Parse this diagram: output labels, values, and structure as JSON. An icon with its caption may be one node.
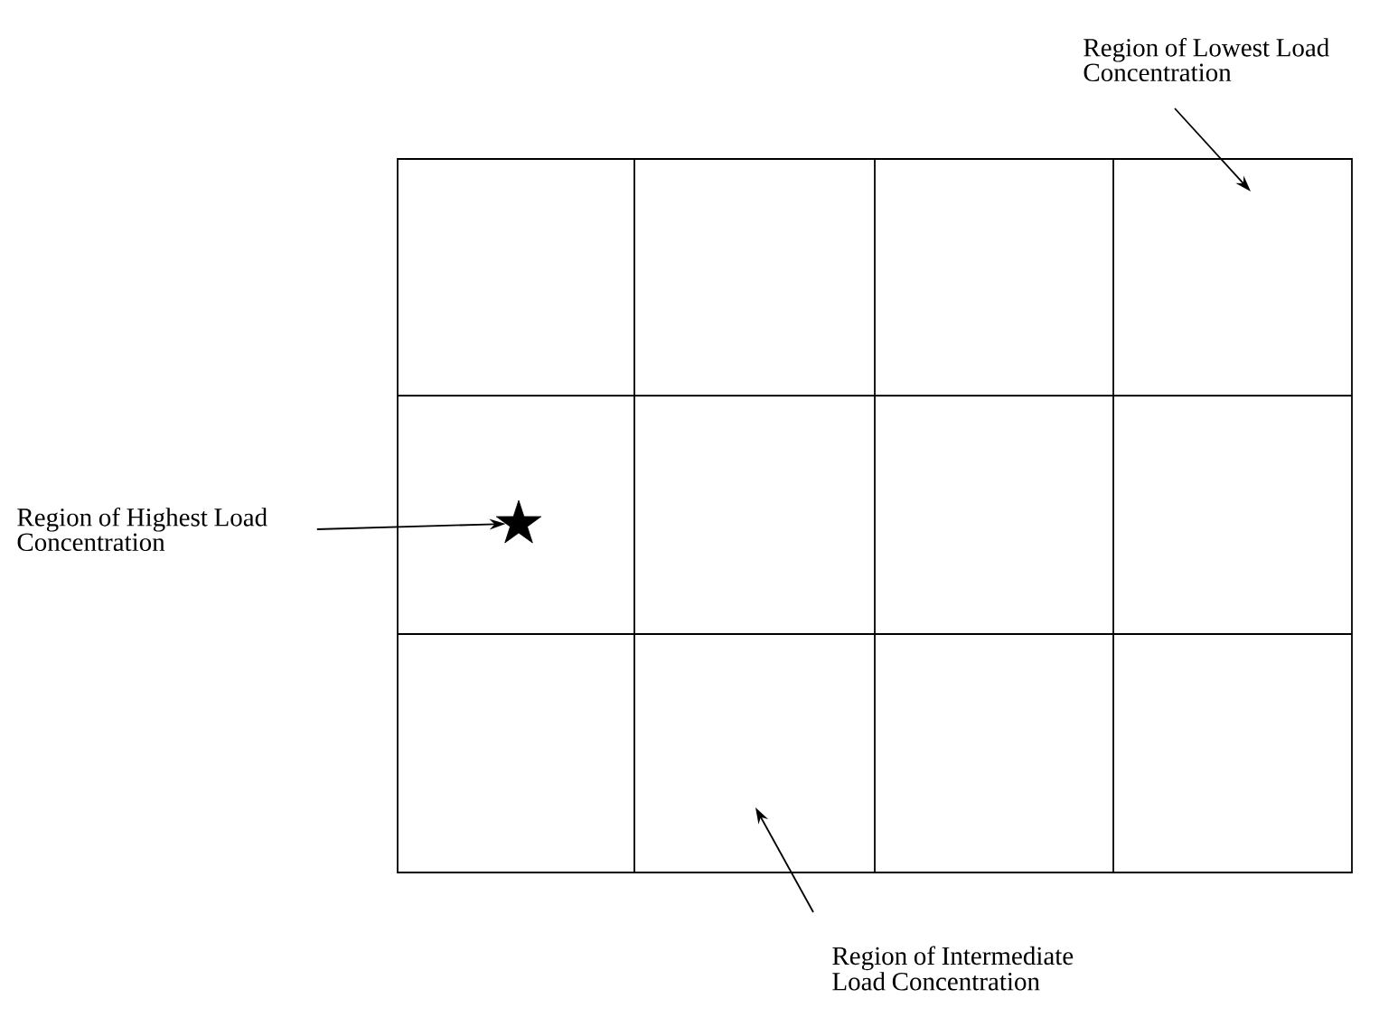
{
  "diagram": {
    "nodes": [
      {
        "text": [
          "Region of Lowest Load Concentration"
        ]
      },
      {
        "text": [
          "Region of Highest Load Concentration"
        ]
      },
      {
        "text": [
          "Region of Intermediate Load Concentration"
        ]
      },
      {
        "text": [],
        "shape": "star"
      }
    ],
    "edges": [
      {
        "from": 0,
        "to": null,
        "arrow": "to"
      },
      {
        "from": 1,
        "to": 3,
        "arrow": "to"
      },
      {
        "from": 2,
        "to": null,
        "arrow": "to"
      }
    ]
  }
}
